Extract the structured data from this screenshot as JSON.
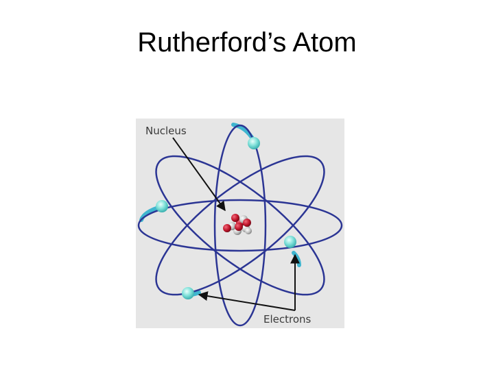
{
  "slide": {
    "title": "Rutherford’s Atom"
  },
  "diagram": {
    "labels": {
      "nucleus": "Nucleus",
      "electrons": "Electrons"
    },
    "colors": {
      "background": "#e6e6e6",
      "orbit": "#2b3594",
      "electron": "#7ee0d8",
      "electron_trail": "#3fb5cf",
      "proton": "#c1152b",
      "neutron": "#bdbdbd",
      "arrow": "#111111"
    },
    "components": {
      "nucleus_particles": "protons and neutrons",
      "orbit_count": 4,
      "electron_count": 4
    }
  }
}
